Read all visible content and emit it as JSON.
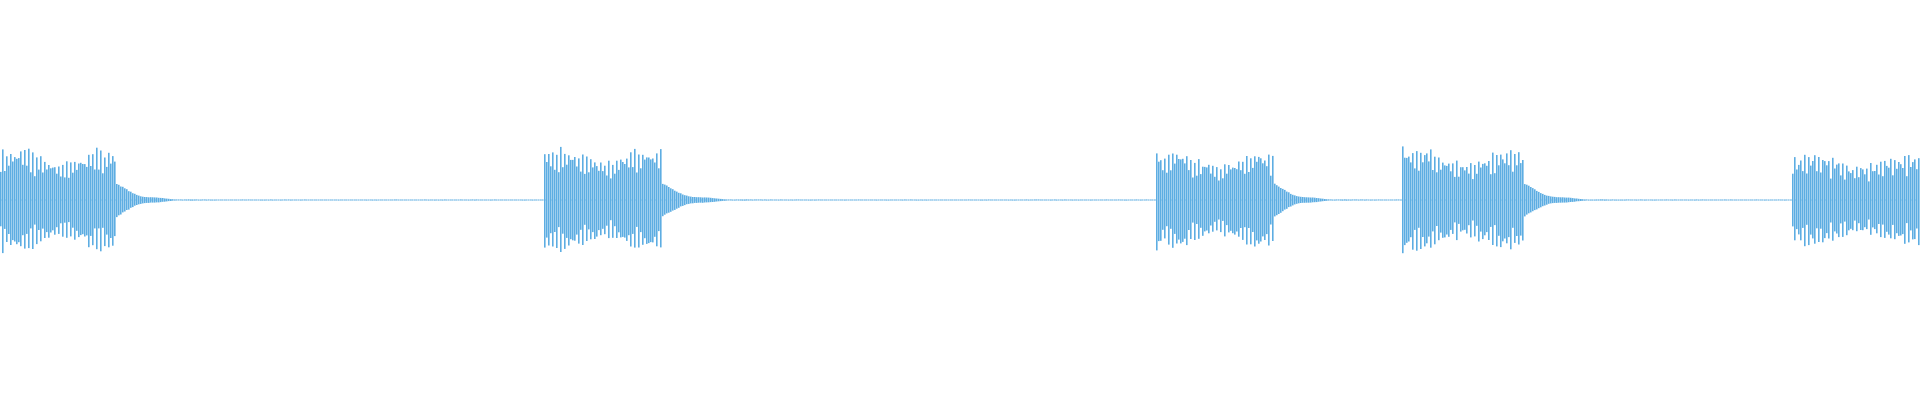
{
  "waveform": {
    "color": "#5dade2",
    "background": "#ffffff",
    "bursts": [
      {
        "start": 0.0,
        "end": 0.06,
        "peak": 0.85,
        "decay_end": 0.112
      },
      {
        "start": 0.283,
        "end": 0.344,
        "peak": 0.88,
        "decay_end": 0.402
      },
      {
        "start": 0.602,
        "end": 0.663,
        "peak": 0.81,
        "decay_end": 0.712
      },
      {
        "start": 0.73,
        "end": 0.793,
        "peak": 0.86,
        "decay_end": 0.848
      },
      {
        "start": 0.933,
        "end": 1.0,
        "peak": 0.77,
        "decay_end": 1.0
      }
    ],
    "noise_floor": 0.008
  }
}
